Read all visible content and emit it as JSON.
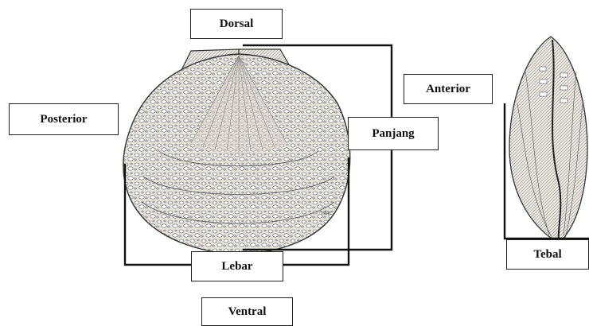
{
  "labels": {
    "dorsal": "Dorsal",
    "anterior": "Anterior",
    "posterior": "Posterior",
    "panjang": "Panjang",
    "lebar": "Lebar",
    "ventral": "Ventral",
    "tebal": "Tebal"
  },
  "colors": {
    "line": "#111111",
    "shell_fill": "#d9d6cf",
    "shell_ink": "#3a3a3a"
  }
}
